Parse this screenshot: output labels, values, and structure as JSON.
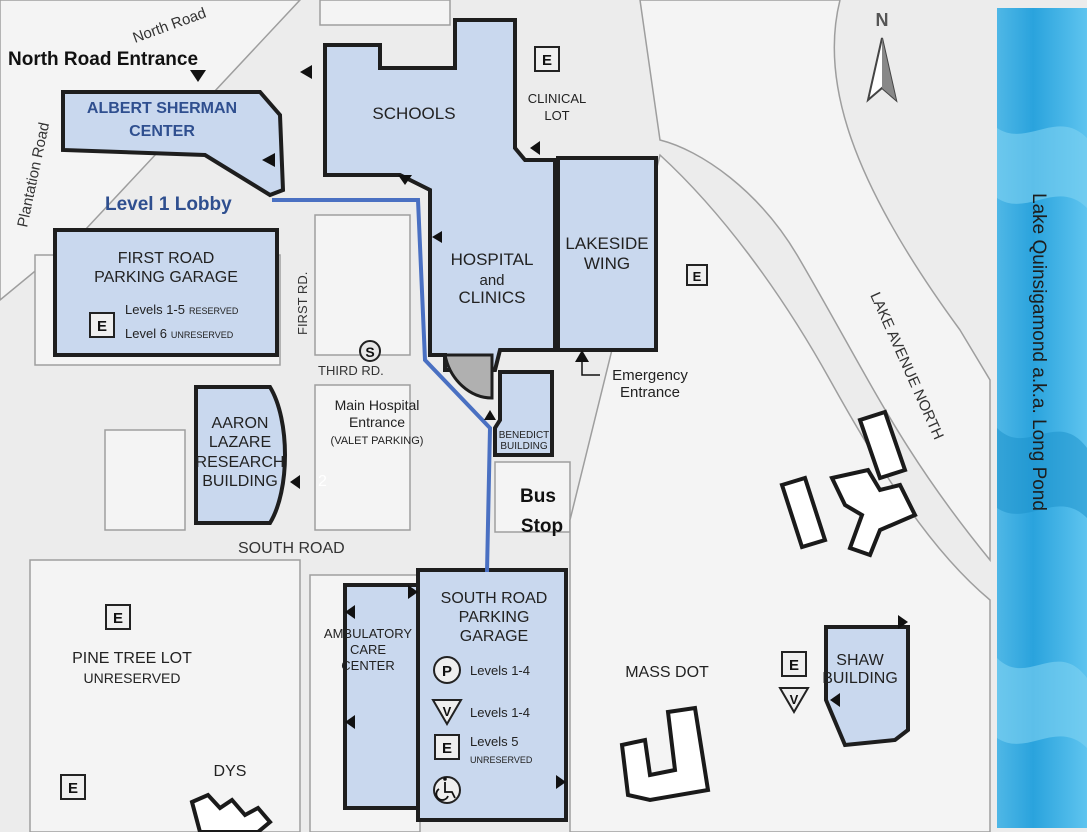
{
  "title_entrance": "North Road Entrance",
  "roads": {
    "north": "North Road",
    "plantation": "Plantation Road",
    "first": "FIRST RD.",
    "third": "THIRD RD.",
    "south": "SOUTH ROAD",
    "lake_ave": "LAKE AVENUE NORTH"
  },
  "buildings": {
    "albert_sherman": [
      "ALBERT SHERMAN",
      "CENTER"
    ],
    "schools": "SCHOOLS",
    "hospital": [
      "HOSPITAL",
      "and",
      "CLINICS"
    ],
    "lakeside": [
      "LAKESIDE",
      "WING"
    ],
    "first_road_garage": [
      "FIRST ROAD",
      "PARKING GARAGE"
    ],
    "first_road_levels": [
      "Levels 1-5",
      "RESERVED",
      "Level 6",
      "UNRESERVED"
    ],
    "aaron": [
      "AARON",
      "LAZARE",
      "RESEARCH",
      "BUILDING"
    ],
    "benedict": [
      "BENEDICT",
      "BUILDING"
    ],
    "south_garage": [
      "SOUTH ROAD",
      "PARKING",
      "GARAGE"
    ],
    "south_levels": [
      "Levels 1-4",
      "Levels 1-4",
      "Levels 5",
      "UNRESERVED"
    ],
    "ambulatory": [
      "AMBULATORY",
      "CARE",
      "CENTER"
    ],
    "shaw": [
      "SHAW",
      "BUILDING"
    ]
  },
  "labels": {
    "clinical_lot": [
      "CLINICAL",
      "LOT"
    ],
    "emergency": [
      "Emergency",
      "Entrance"
    ],
    "main_entrance": [
      "Main Hospital",
      "Entrance",
      "(VALET PARKING)"
    ],
    "pine_tree": [
      "PINE TREE LOT",
      "UNRESERVED"
    ],
    "mass_dot": "MASS DOT",
    "dys": "DYS",
    "bus_stop": [
      "Bus",
      "Stop"
    ],
    "level1_lobby": "Level 1 Lobby",
    "lake": "Lake Quinsigamond a.k.a. Long Pond",
    "north_arrow": "N",
    "num2": "2"
  },
  "symbols": {
    "employee": "E",
    "shuttle": "S",
    "patient": "P",
    "visitor": "V"
  },
  "colors": {
    "building_fill": "#c9d8ee",
    "route_blue": "#4a70c2",
    "label_blue": "#2f4f8f",
    "lake_blue": "#2aa3dd"
  }
}
